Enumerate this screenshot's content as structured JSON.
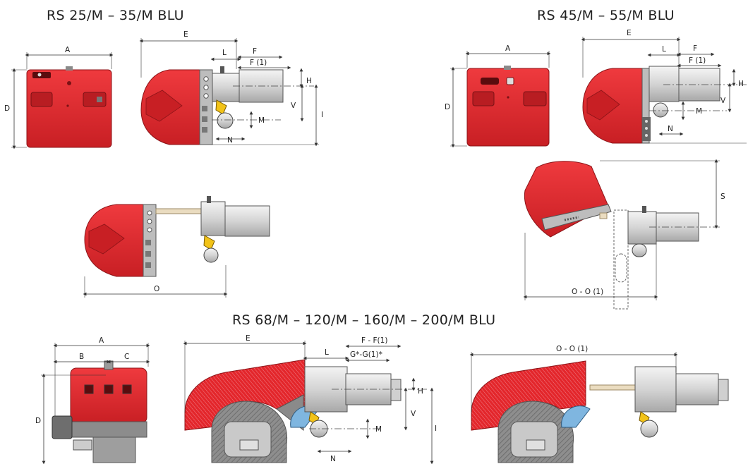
{
  "titles": {
    "top_left": "RS 25/M – 35/M BLU",
    "top_right": "RS 45/M – 55/M BLU",
    "bottom": "RS 68/M – 120/M – 160/M – 200/M BLU"
  },
  "dimension_labels": {
    "a": "A",
    "b": "B",
    "c": "C",
    "d": "D",
    "e": "E",
    "l": "L",
    "f": "F",
    "f1": "F (1)",
    "ff1": "F - F(1)",
    "gg1": "G*-G(1)*",
    "h": "H",
    "v": "V",
    "m": "M",
    "n": "N",
    "i": "I",
    "o": "O",
    "oo1": "O - O (1)",
    "s": "S"
  },
  "colors": {
    "housing_red": "#e3262b",
    "housing_dark_red": "#b81d22",
    "metal_light": "#e6e6e6",
    "metal_mid": "#c4c4c4",
    "metal_dark": "#8a8a8a",
    "valve_yellow": "#f2c318",
    "fan_blue": "#7fb6e0",
    "insulation_grey": "#9a9a9a",
    "line": "#333333"
  }
}
